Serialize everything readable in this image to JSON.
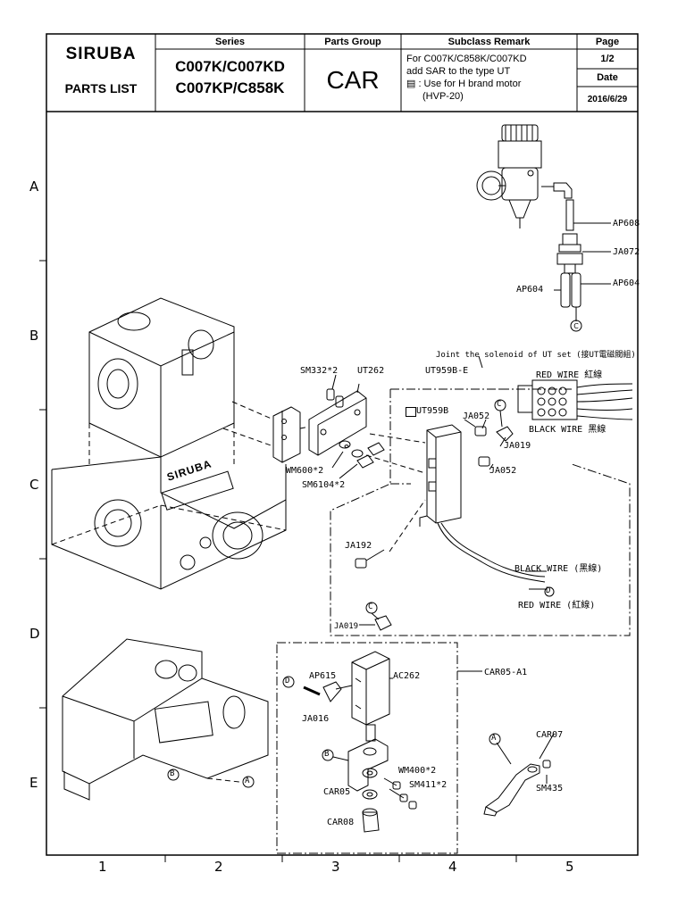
{
  "header": {
    "logo": "SIRUBA",
    "doc_type": "PARTS LIST",
    "series_label": "Series",
    "series_line1": "C007K/C007KD",
    "series_line2": "C007KP/C858K",
    "parts_group_label": "Parts Group",
    "parts_group_value": "CAR",
    "subclass_label": "Subclass Remark",
    "remark_line1": "For  C007K/C858K/C007KD",
    "remark_line2": "add SAR to the type UT",
    "remark_line3": "▤ : Use for H  brand motor",
    "remark_line4": "(HVP-20)",
    "page_label": "Page",
    "page_value": "1/2",
    "date_label": "Date",
    "date_value": "2016/6/29"
  },
  "grid": {
    "rows": [
      "A",
      "B",
      "C",
      "D",
      "E"
    ],
    "cols": [
      "1",
      "2",
      "3",
      "4",
      "5"
    ]
  },
  "parts": {
    "ap608": "AP608",
    "ja072": "JA072",
    "ap604_left": "AP604",
    "ap604_right": "AP604",
    "joint_note": "Joint  the  solenoid  of  UT  set (接UT電磁閥組)",
    "sm332": "SM332*2",
    "ut262": "UT262",
    "ut959b_e": "UT959B-E",
    "red_wire_top": "RED  WIRE 紅線",
    "black_wire_top": "BLACK  WIRE 黑線",
    "ut959b": "UT959B",
    "ja052_top": "JA052",
    "ja019_top": "JA019",
    "ja052_mid": "JA052",
    "wm600": "WM600*2",
    "sm6104": "SM6104*2",
    "ja192": "JA192",
    "black_wire_low": "BLACK  WIRE (黑線)",
    "red_wire_low": "RED  WIRE (紅線)",
    "ja019_low": "JA019",
    "ap615": "AP615",
    "ac262": "AC262",
    "car05_a1": "CAR05-A1",
    "ja016": "JA016",
    "car07": "CAR07",
    "sm435": "SM435",
    "car05": "CAR05",
    "wm400": "WM400*2",
    "sm411": "SM411*2",
    "car08": "CAR08"
  },
  "callouts": {
    "A": "A",
    "B": "B",
    "C": "C",
    "D": "D"
  }
}
